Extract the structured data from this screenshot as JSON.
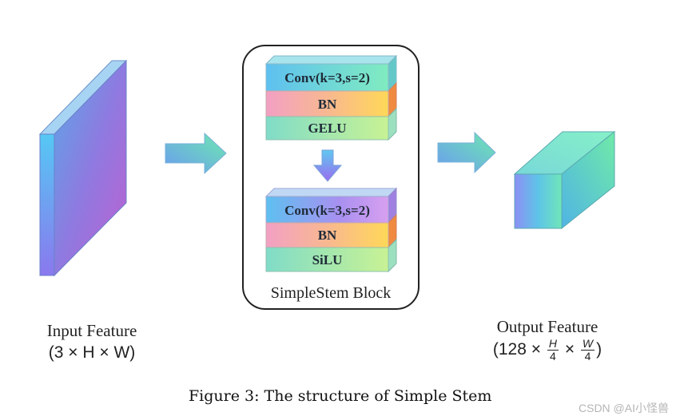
{
  "figure": {
    "caption": "Figure 3: The structure of Simple Stem",
    "watermark": "CSDN @AI小怪兽"
  },
  "input": {
    "title": "Input Feature",
    "shape": "(3 × H × W)"
  },
  "block": {
    "title": "SimpleStem Block",
    "stages": [
      {
        "layers": [
          "Conv(k=3,s=2)",
          "BN",
          "GELU"
        ]
      },
      {
        "layers": [
          "Conv(k=3,s=2)",
          "BN",
          "SiLU"
        ]
      }
    ]
  },
  "output": {
    "title": "Output Feature",
    "shape_prefix": "(128 ×",
    "h_num": "H",
    "h_den": "4",
    "times": "×",
    "w_num": "W",
    "w_den": "4",
    "shape_suffix": ")"
  },
  "colors": {
    "conv_start": "#5ec8f0",
    "conv_end": "#7ee6c0",
    "bn_start": "#f3a0c0",
    "bn_end": "#ffd060",
    "act_start": "#88e0c0",
    "act_end": "#c8f090",
    "arrow_start": "#6a9cf0",
    "arrow_end": "#6ee8b0",
    "block_border": "#222222"
  }
}
